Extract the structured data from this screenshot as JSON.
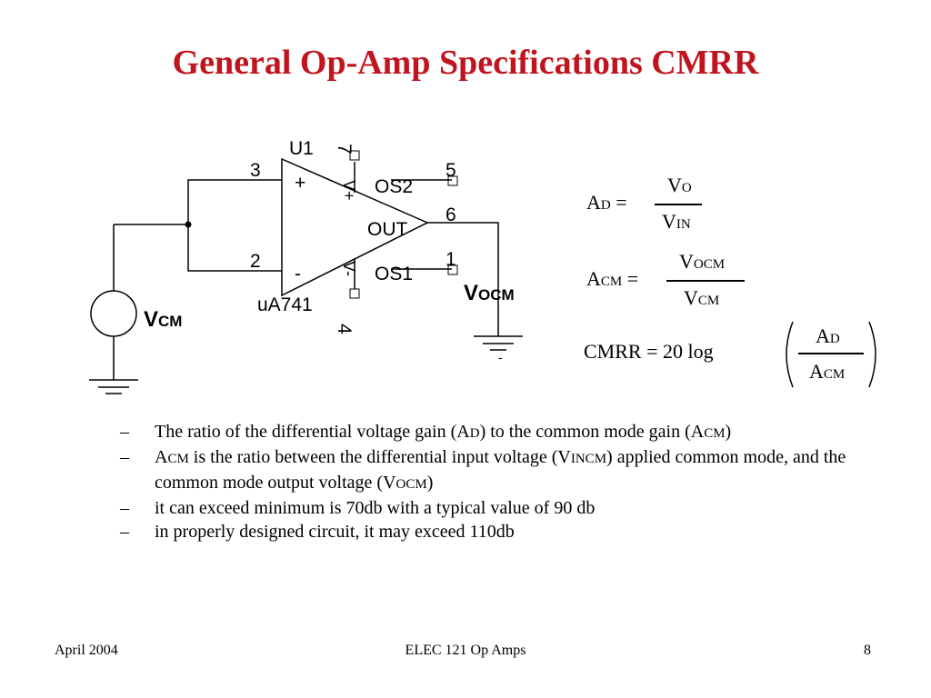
{
  "slide": {
    "title": "General Op-Amp Specifications CMRR"
  },
  "circuit": {
    "component_ref": "U1",
    "part_number": "uA741",
    "pins": {
      "noninv_input": "3",
      "inv_input": "2",
      "vpos": "7",
      "vneg": "4",
      "os2": "5",
      "out": "6",
      "os1": "1"
    },
    "labels": {
      "plus": "+",
      "minus": "-",
      "vpos": "V+",
      "vneg": "V-",
      "os2": "OS2",
      "out": "OUT",
      "os1": "OS1",
      "vcm_main": "V",
      "vcm_sub": "CM",
      "vocm_main": "V",
      "vocm_sub": "OCM",
      "ground_tick": "-"
    }
  },
  "equations": {
    "ad_lhs_main": "A",
    "ad_lhs_sub": "D",
    "equals": "=",
    "ad_num_main": "V",
    "ad_num_sub": "O",
    "ad_den_main": "V",
    "ad_den_sub": "IN",
    "acm_lhs_main": "A",
    "acm_lhs_sub": "CM",
    "acm_num_main": "V",
    "acm_num_sub": "OCM",
    "acm_den_main": "V",
    "acm_den_sub": "CM",
    "cmrr_lhs": "CMRR = 20 log",
    "cmrr_num_main": "A",
    "cmrr_num_sub": "D",
    "cmrr_den_main": "A",
    "cmrr_den_sub": "CM"
  },
  "bullets": {
    "dash": "–",
    "b1_text": "The ratio of the differential voltage gain (A",
    "b1_sub1": "D",
    "b1_mid": ") to the common mode gain (A",
    "b1_sub2": "CM",
    "b1_end": ")",
    "b2_main": "A",
    "b2_sub1": "CM",
    "b2_text": " is the ratio between the differential input voltage (V",
    "b2_sub2": "INCM",
    "b2_mid": ") applied common mode, and the common mode output voltage (V",
    "b2_sub3": "OCM",
    "b2_end": ")",
    "b3": "it can exceed minimum is 70db with a typical value of 90 db",
    "b4": "in properly designed circuit, it may exceed 110db"
  },
  "footer": {
    "date": "April  2004",
    "course": "ELEC 121  Op Amps",
    "page_number": "8"
  }
}
